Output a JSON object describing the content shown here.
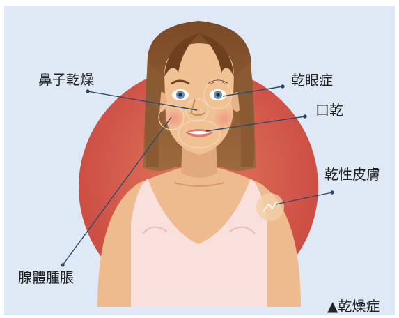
{
  "labels": {
    "nasal": "鼻子乾燥",
    "eye": "乾眼症",
    "mouth": "口乾",
    "skin": "乾性皮膚",
    "gland": "腺體腫脹"
  },
  "caption": "▲乾燥症",
  "colors": {
    "panel_bg": "#dfe8f5",
    "circle": "#d15a4a",
    "skin": "#eebb8f",
    "hair": "#8a5a33",
    "top": "#f7dcd8",
    "leader": "#2e4a6a"
  }
}
